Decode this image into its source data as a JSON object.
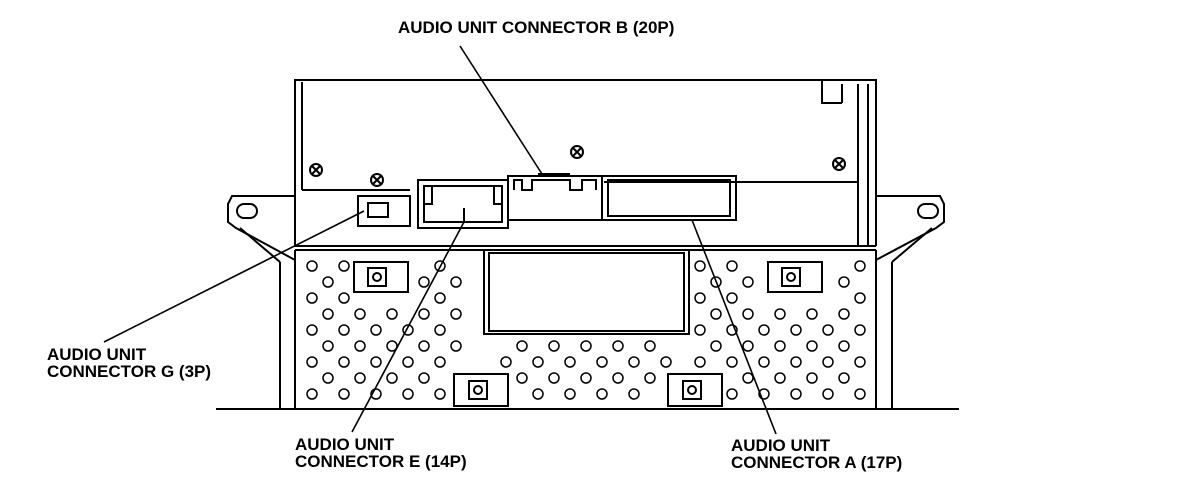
{
  "labels": {
    "connector_b": "AUDIO UNIT CONNECTOR B (20P)",
    "connector_g": {
      "line1": "AUDIO UNIT",
      "line2": "CONNECTOR G (3P)"
    },
    "connector_e": {
      "line1": "AUDIO UNIT",
      "line2": "CONNECTOR E (14P)"
    },
    "connector_a": {
      "line1": "AUDIO UNIT",
      "line2": "CONNECTOR A (17P)"
    }
  },
  "colors": {
    "ink": "#000000",
    "paper": "#ffffff"
  }
}
